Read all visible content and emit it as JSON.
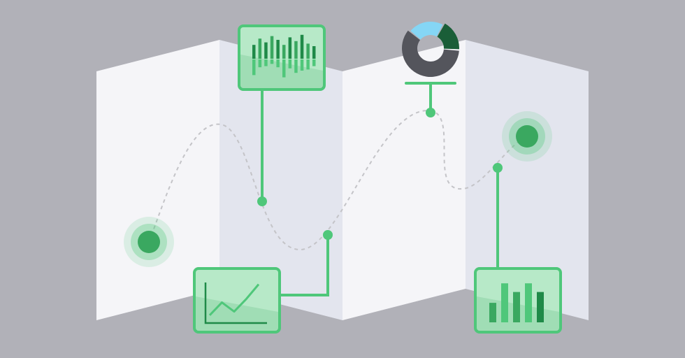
{
  "palette": {
    "background": "#b1b1b8",
    "panel_light": "#f5f5f8",
    "panel_shade": "#e3e5ee",
    "accent": "#4fc77a",
    "accent_dark": "#3aa860",
    "accent_fill": "#b7e9c8",
    "bar_dark": "#1f8a48",
    "donut_dark": "#54555c",
    "donut_green": "#1a5e38",
    "donut_blue": "#85d6f5",
    "route": "#c4c4c8"
  },
  "icons": {
    "waveform": "bar-waveform-icon",
    "donut": "donut-chart-icon",
    "line": "line-chart-icon",
    "bars": "bar-chart-icon",
    "start_pin": "location-pin-icon",
    "end_pin": "location-pin-icon"
  },
  "chart_data": [
    {
      "type": "bar",
      "values": [
        0.55,
        0.8,
        0.65,
        0.9,
        0.75,
        0.55,
        0.85,
        0.7,
        0.95,
        0.6,
        0.5
      ],
      "negative_values": [
        0.7,
        0.35,
        0.3,
        0.2,
        0.35,
        0.8,
        0.4,
        0.6,
        0.5,
        0.45,
        0.3
      ],
      "title": "",
      "xlabel": "",
      "ylabel": ""
    },
    {
      "type": "pie",
      "values": [
        60,
        22,
        18
      ],
      "colors": [
        "#54555c",
        "#85d6f5",
        "#1a5e38"
      ],
      "title": ""
    },
    {
      "type": "line",
      "values": [
        0.1,
        0.45,
        0.2,
        0.55,
        0.95
      ],
      "title": "",
      "xlabel": "",
      "ylabel": ""
    },
    {
      "type": "bar",
      "values": [
        0.45,
        0.9,
        0.7,
        0.9,
        0.7
      ],
      "title": "",
      "xlabel": "",
      "ylabel": ""
    }
  ]
}
